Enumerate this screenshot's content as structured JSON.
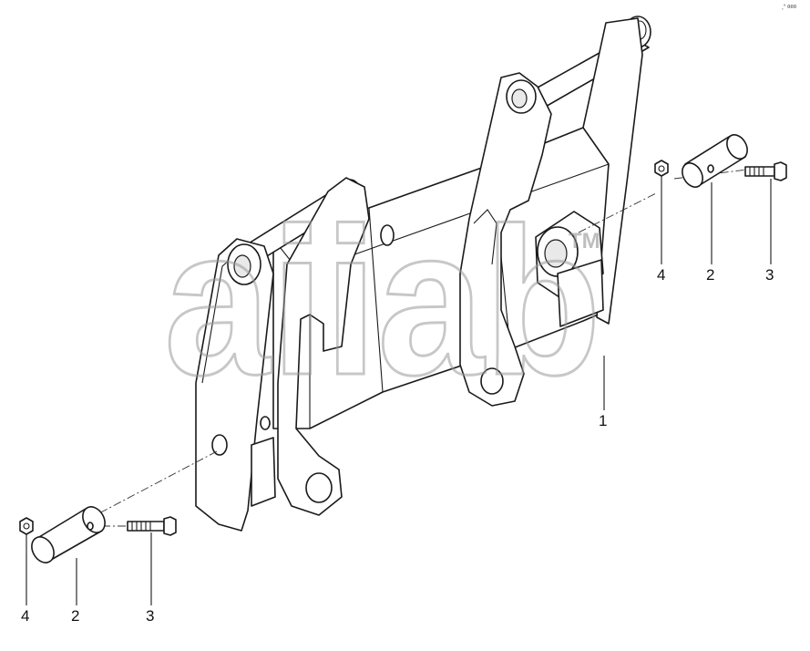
{
  "callouts": {
    "item_1": "1",
    "item_2_right": "2",
    "item_3_right": "3",
    "item_4_right": "4",
    "item_2_left": "2",
    "item_3_left": "3",
    "item_4_left": "4"
  },
  "corner_mark": "¸° ¤¤¤",
  "watermark": {
    "text": "aiiab",
    "tm": "TM"
  },
  "colors": {
    "line": "#1a1a1a",
    "watermark": "#9a9a9a",
    "background": "#ffffff"
  }
}
